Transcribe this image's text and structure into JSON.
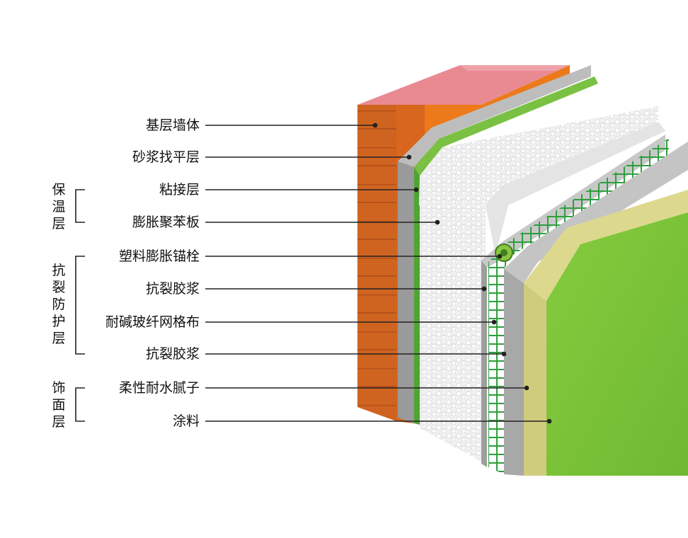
{
  "layers": [
    {
      "id": "base-wall",
      "label": "基层墙体"
    },
    {
      "id": "mortar-leveling",
      "label": "砂浆找平层"
    },
    {
      "id": "adhesive",
      "label": "粘接层"
    },
    {
      "id": "eps-board",
      "label": "膨胀聚苯板"
    },
    {
      "id": "plastic-anchor",
      "label": "塑料膨胀锚栓"
    },
    {
      "id": "anticrack-mortar-1",
      "label": "抗裂胶浆"
    },
    {
      "id": "fiberglass-mesh",
      "label": "耐碱玻纤网格布"
    },
    {
      "id": "anticrack-mortar-2",
      "label": "抗裂胶浆"
    },
    {
      "id": "flexible-putty",
      "label": "柔性耐水腻子"
    },
    {
      "id": "paint",
      "label": "涂料"
    }
  ],
  "groups": [
    {
      "id": "insulation",
      "label": "保温层"
    },
    {
      "id": "anticrack",
      "label": "抗裂防护层"
    },
    {
      "id": "finish",
      "label": "饰面层"
    }
  ],
  "colors": {
    "brick_top": "#e87f8a",
    "brick_front": "#d2691e",
    "brick_side": "#ec7a1a",
    "mortar": "#9e9e9e",
    "adhesive_green": "#7ac143",
    "eps": "#f2f2f2",
    "mesh": "#2e9e3e",
    "putty": "#d6d38a",
    "paint": "#7cc33a",
    "leader": "#222222"
  }
}
